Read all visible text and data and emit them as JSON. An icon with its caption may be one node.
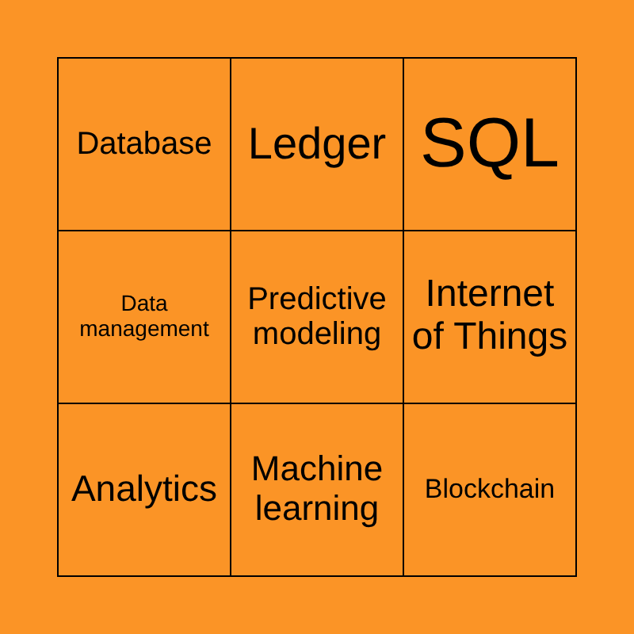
{
  "diagram": {
    "labels": [
      "Database",
      "Ledger",
      "SQL",
      "Data management",
      "Predictive modeling",
      "Internet of Things",
      "Analytics",
      "Machine learning",
      "Blockchain"
    ]
  }
}
